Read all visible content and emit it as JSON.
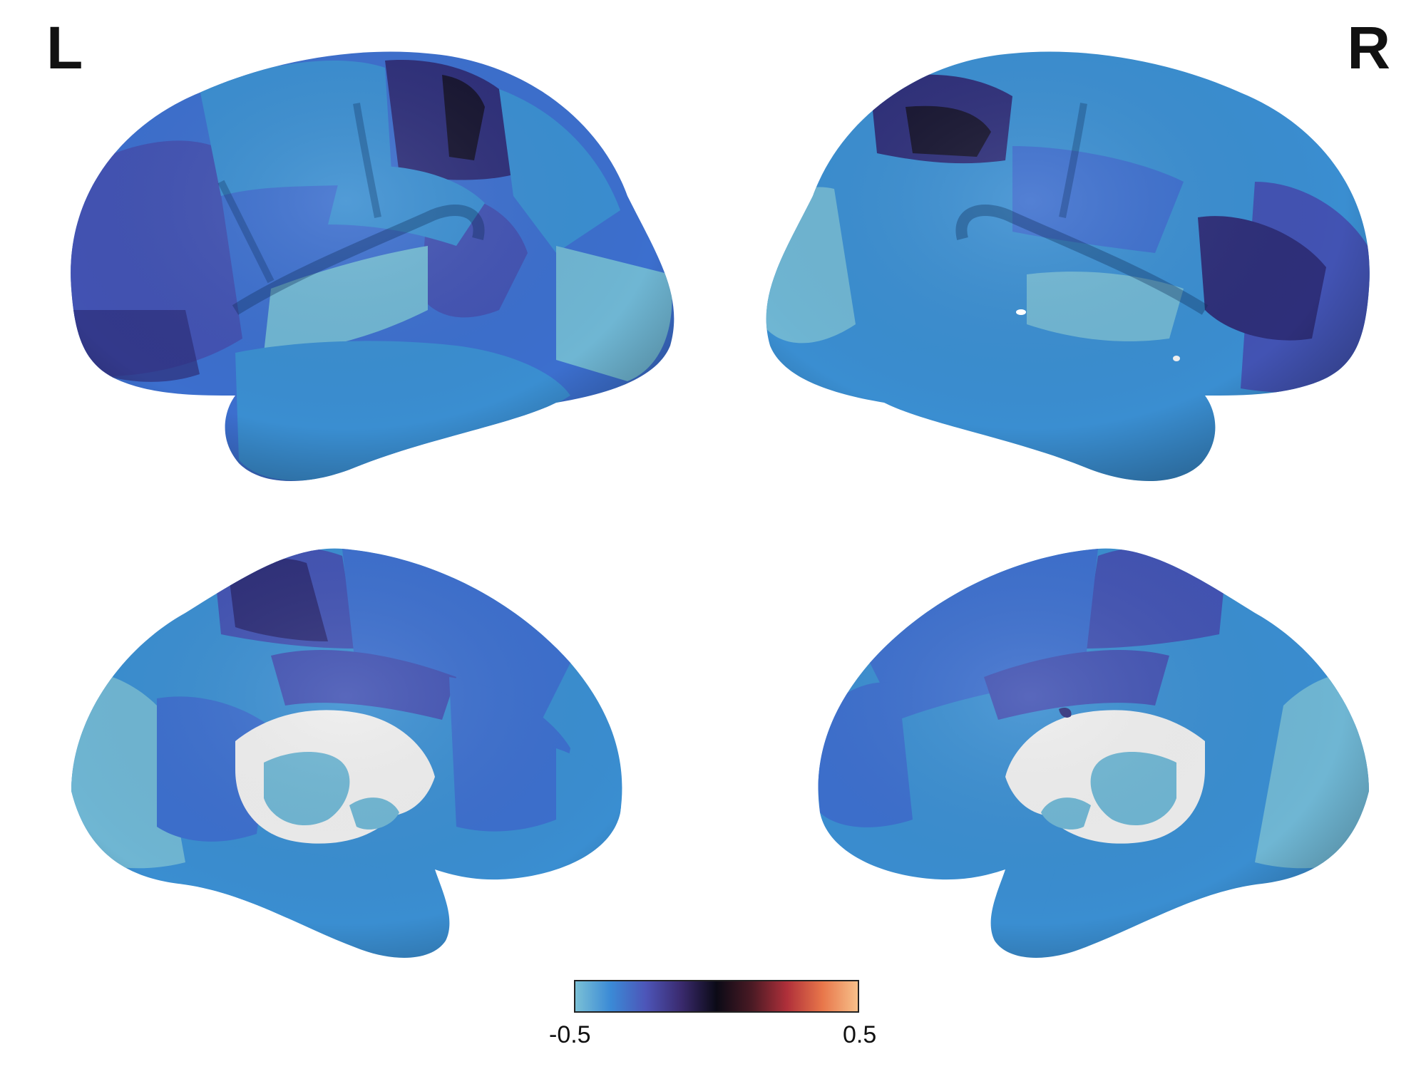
{
  "labels": {
    "left": "L",
    "right": "R"
  },
  "colorbar": {
    "min_label": "-0.5",
    "max_label": "0.5",
    "min": -0.5,
    "max": 0.5,
    "stops": [
      "#7ac0d6",
      "#3b8ad6",
      "#4d55b8",
      "#3a2a6e",
      "#0b0a16",
      "#4a1a24",
      "#b0303a",
      "#e8764a",
      "#f7c08a"
    ]
  },
  "palette": {
    "light": "#6fb6d3",
    "mid": "#3a8ed1",
    "blue": "#3c6fce",
    "indigo": "#4253b3",
    "deep": "#2e2f7a",
    "darkest": "#171531",
    "white_fill": "#eeeeee"
  }
}
